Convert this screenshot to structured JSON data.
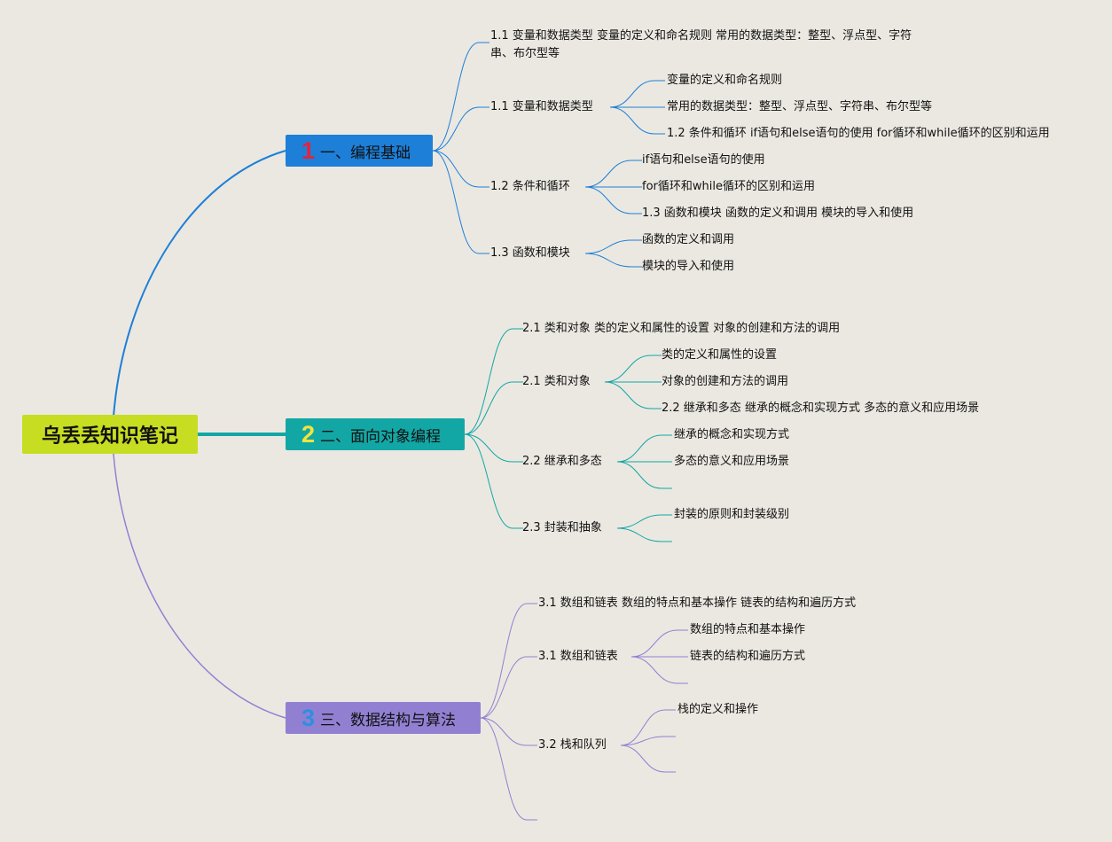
{
  "root": {
    "title": "乌丢丢知识笔记"
  },
  "colors": {
    "branch1": "#1d7fd8",
    "branch2": "#12a7a5",
    "branch3": "#9180d2",
    "root": "#c7dd22"
  },
  "branches": [
    {
      "num": "1",
      "title": "一、编程基础",
      "topics": [
        {
          "label": "1.1 变量和数据类型 变量的定义和命名规则 常用的数据类型：整型、浮点型、字符串、布尔型等"
        },
        {
          "label": "1.1 变量和数据类型",
          "children": [
            "变量的定义和命名规则",
            "常用的数据类型：整型、浮点型、字符串、布尔型等",
            "1.2 条件和循环 if语句和else语句的使用 for循环和while循环的区别和运用"
          ]
        },
        {
          "label": "1.2 条件和循环",
          "children": [
            "if语句和else语句的使用",
            "for循环和while循环的区别和运用",
            "1.3 函数和模块 函数的定义和调用 模块的导入和使用"
          ]
        },
        {
          "label": "1.3 函数和模块",
          "children": [
            "函数的定义和调用",
            "模块的导入和使用"
          ]
        }
      ]
    },
    {
      "num": "2",
      "title": "二、面向对象编程",
      "topics": [
        {
          "label": "2.1 类和对象 类的定义和属性的设置 对象的创建和方法的调用"
        },
        {
          "label": "2.1 类和对象",
          "children": [
            "类的定义和属性的设置",
            "对象的创建和方法的调用",
            "2.2 继承和多态 继承的概念和实现方式 多态的意义和应用场景"
          ]
        },
        {
          "label": "2.2 继承和多态",
          "children": [
            "继承的概念和实现方式",
            "多态的意义和应用场景"
          ]
        },
        {
          "label": "2.3 封装和抽象",
          "children": [
            "封装的原则和封装级别"
          ]
        }
      ]
    },
    {
      "num": "3",
      "title": "三、数据结构与算法",
      "topics": [
        {
          "label": "3.1 数组和链表 数组的特点和基本操作 链表的结构和遍历方式"
        },
        {
          "label": "3.1 数组和链表",
          "children": [
            "数组的特点和基本操作",
            "链表的结构和遍历方式"
          ]
        },
        {
          "label": "3.2 栈和队列",
          "children": [
            "栈的定义和操作"
          ]
        }
      ]
    }
  ]
}
